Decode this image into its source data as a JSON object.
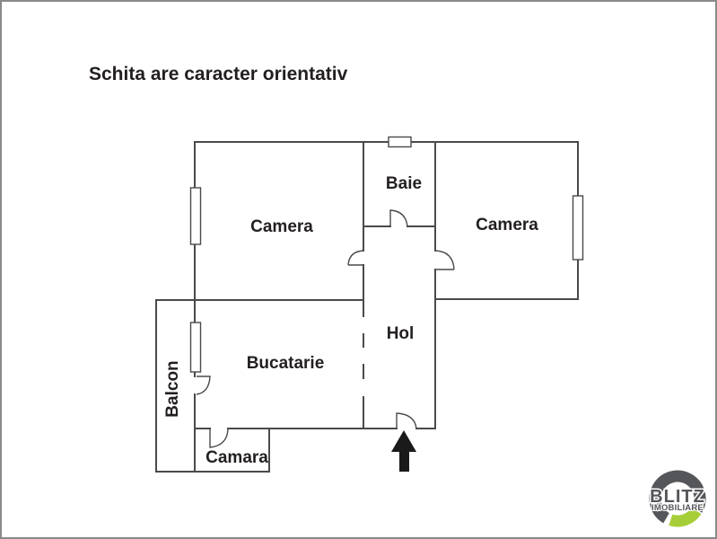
{
  "title": "Schita are caracter orientativ",
  "rooms": {
    "camera_left": "Camera",
    "baie": "Baie",
    "camera_right": "Camera",
    "hol": "Hol",
    "bucatarie": "Bucatarie",
    "balcon": "Balcon",
    "camara": "Camara"
  },
  "logo": {
    "name": "BLITZ",
    "tagline": "IMOBILIARE"
  },
  "colors": {
    "wall": "#4a4a4a",
    "text": "#231f20",
    "frame_border": "#8a8a8a",
    "arrow": "#1a1a1a",
    "logo_gray": "#55565a",
    "logo_green": "#a6ce39"
  }
}
